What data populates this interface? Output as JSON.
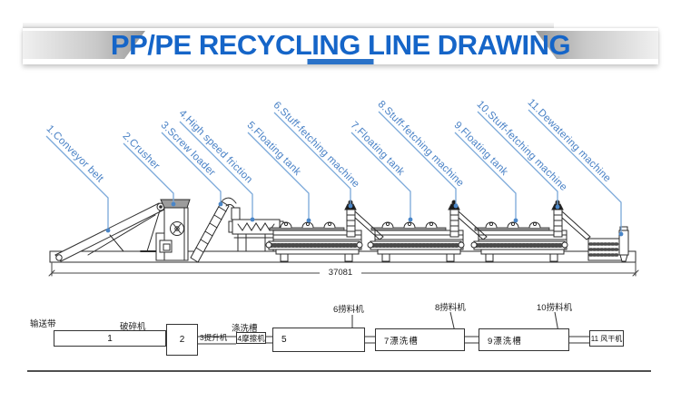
{
  "banner": {
    "title": "PP/PE RECYCLING LINE DRAWING"
  },
  "diagram": {
    "labels": [
      {
        "text": "1.Conveyor belt"
      },
      {
        "text": "2.Crusher"
      },
      {
        "text": "3.Screw loader"
      },
      {
        "text": "4.High speed friction"
      },
      {
        "text": "5.Floating tank"
      },
      {
        "text": "6.Stuff-fetching machine"
      },
      {
        "text": "7.Floating tank"
      },
      {
        "text": "8.Stuff-fetching machine"
      },
      {
        "text": "9.Floating tank"
      },
      {
        "text": "10.Stuff-fetching machine"
      },
      {
        "text": "11.Dewatering machine"
      }
    ],
    "dimension": "37081"
  },
  "schematic": {
    "conveyor_label": "输送带",
    "crusher_label": "破碎机",
    "elevator_label": "3提升机",
    "wash_tank_label": "涤洗槽",
    "friction_box_label": "4摩擦机",
    "fetcher6_label": "6捞料机",
    "fetcher8_label": "8捞料机",
    "fetcher10_label": "10捞料机",
    "box1_label": "1",
    "box2_label": "2",
    "box5_label": "5",
    "box7_label": "7漂洗槽",
    "box9_label": "9漂洗槽",
    "box11_label": "11 风干机"
  },
  "colors": {
    "title_blue": "#1565c8",
    "underline_blue": "#2a72c8",
    "label_blue": "#4a82c6",
    "leader_blue": "#79a8d9",
    "line_dark": "#2b2b2b"
  }
}
